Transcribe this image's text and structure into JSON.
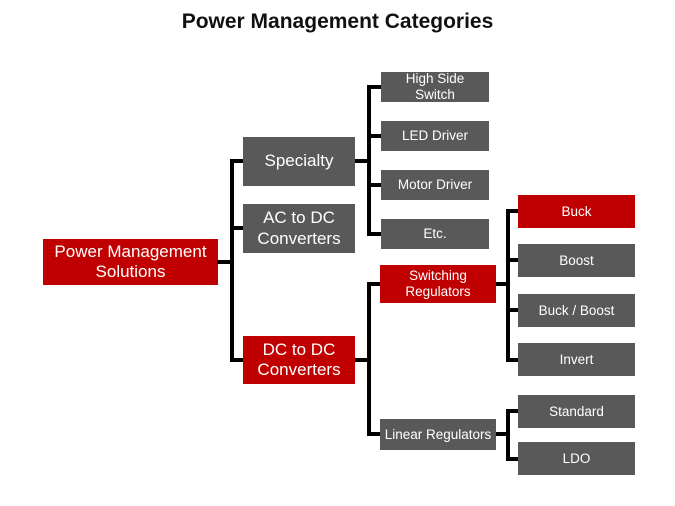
{
  "title": "Power Management Categories",
  "colors": {
    "red": "#C00000",
    "gray": "#595959",
    "line": "#000000",
    "text_on_box": "#FFFFFF",
    "title_text": "#111111",
    "background": "#FFFFFF"
  },
  "nodes": {
    "root": {
      "label": "Power Management Solutions",
      "variant": "red"
    },
    "specialty": {
      "label": "Specialty",
      "variant": "gray"
    },
    "ac_dc": {
      "label": "AC to DC Converters",
      "variant": "gray"
    },
    "dc_dc": {
      "label": "DC to DC Converters",
      "variant": "red"
    },
    "high_side_switch": {
      "label": "High Side Switch",
      "variant": "gray"
    },
    "led_driver": {
      "label": "LED Driver",
      "variant": "gray"
    },
    "motor_driver": {
      "label": "Motor Driver",
      "variant": "gray"
    },
    "etc": {
      "label": "Etc.",
      "variant": "gray"
    },
    "switching_regulators": {
      "label": "Switching Regulators",
      "variant": "red"
    },
    "linear_regulators": {
      "label": "Linear Regulators",
      "variant": "gray"
    },
    "buck": {
      "label": "Buck",
      "variant": "red"
    },
    "boost": {
      "label": "Boost",
      "variant": "gray"
    },
    "buck_boost": {
      "label": "Buck / Boost",
      "variant": "gray"
    },
    "invert": {
      "label": "Invert",
      "variant": "gray"
    },
    "standard": {
      "label": "Standard",
      "variant": "gray"
    },
    "ldo": {
      "label": "LDO",
      "variant": "gray"
    }
  },
  "hierarchy": {
    "root": "Power Management Solutions",
    "children": {
      "Specialty": [
        "High Side Switch",
        "LED Driver",
        "Motor Driver",
        "Etc."
      ],
      "AC to DC Converters": [],
      "DC to DC Converters": {
        "Switching Regulators": [
          "Buck",
          "Boost",
          "Buck / Boost",
          "Invert"
        ],
        "Linear Regulators": [
          "Standard",
          "LDO"
        ]
      }
    }
  }
}
